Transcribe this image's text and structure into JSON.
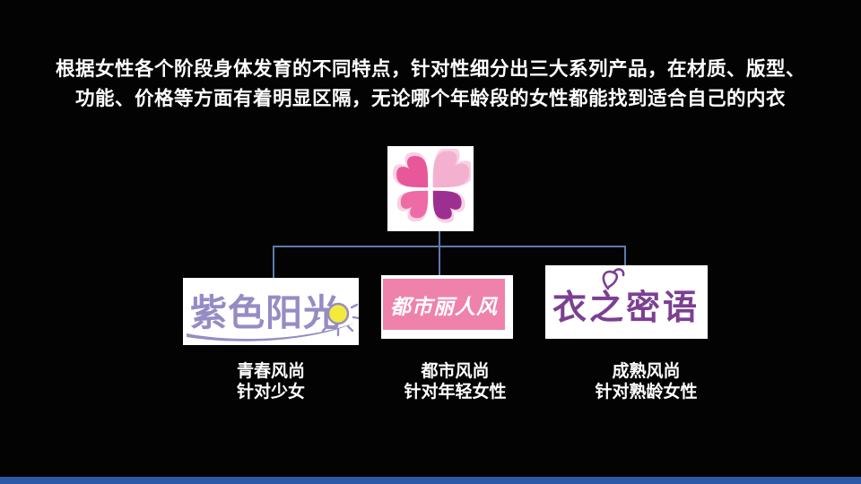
{
  "slide": {
    "title_line1": "根据女性各个阶段身体发育的不同特点，针对性细分出三大系列产品，在材质、版型、",
    "title_line2": "功能、价格等方面有着明显区隔，无论哪个年龄段的女性都能找到适合自己的内衣",
    "background_color": "#030303",
    "connector_color": "#5b7cab",
    "bottom_bar_color": "#2d5aa8"
  },
  "center_logo": {
    "name": "four-heart-clover-flower",
    "halo_color": "#f8d0e4",
    "petals": [
      {
        "position": "top-right",
        "color": "#f4b1cf"
      },
      {
        "position": "upper-left",
        "color": "#e7589b"
      },
      {
        "position": "bottom-left",
        "color": "#ee6ba6"
      },
      {
        "position": "bottom-right",
        "color": "#9c3090"
      }
    ]
  },
  "brands": [
    {
      "logo_text": "紫色阳光",
      "logo_text_color": "#968cc4",
      "sun_color": "#f3ea3d",
      "caption_line1": "青春风尚",
      "caption_line2": "针对少女"
    },
    {
      "logo_text": "都市丽人风",
      "logo_bg_color": "#ee82ab",
      "logo_text_color": "#ffffff",
      "caption_line1": "都市风尚",
      "caption_line2": "针对年轻女性"
    },
    {
      "logo_text": "衣之密语",
      "logo_text_color": "#7c3f92",
      "caption_line1": "成熟风尚",
      "caption_line2": "针对熟龄女性"
    }
  ]
}
